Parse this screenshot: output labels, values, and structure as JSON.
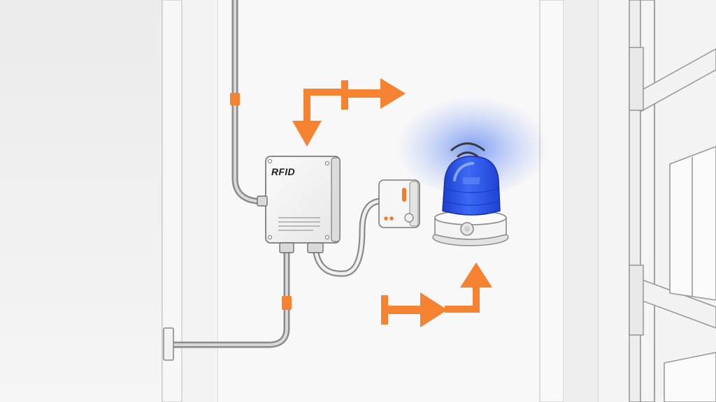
{
  "rfid_box": {
    "label": "RFID"
  },
  "colors": {
    "arrow": "#f58231",
    "cable_clip": "#f58231",
    "beacon_blue": "#2f5be8",
    "beacon_glow": "#3d6cf0",
    "indicator_orange": "#f07c2c",
    "outline": "#7a7a7a"
  },
  "icons": {
    "junction_box": "rfid-reader-box",
    "controller": "signal-controller",
    "beacon": "blue-warning-beacon",
    "flow_arrows": "orange-direction-arrows"
  }
}
